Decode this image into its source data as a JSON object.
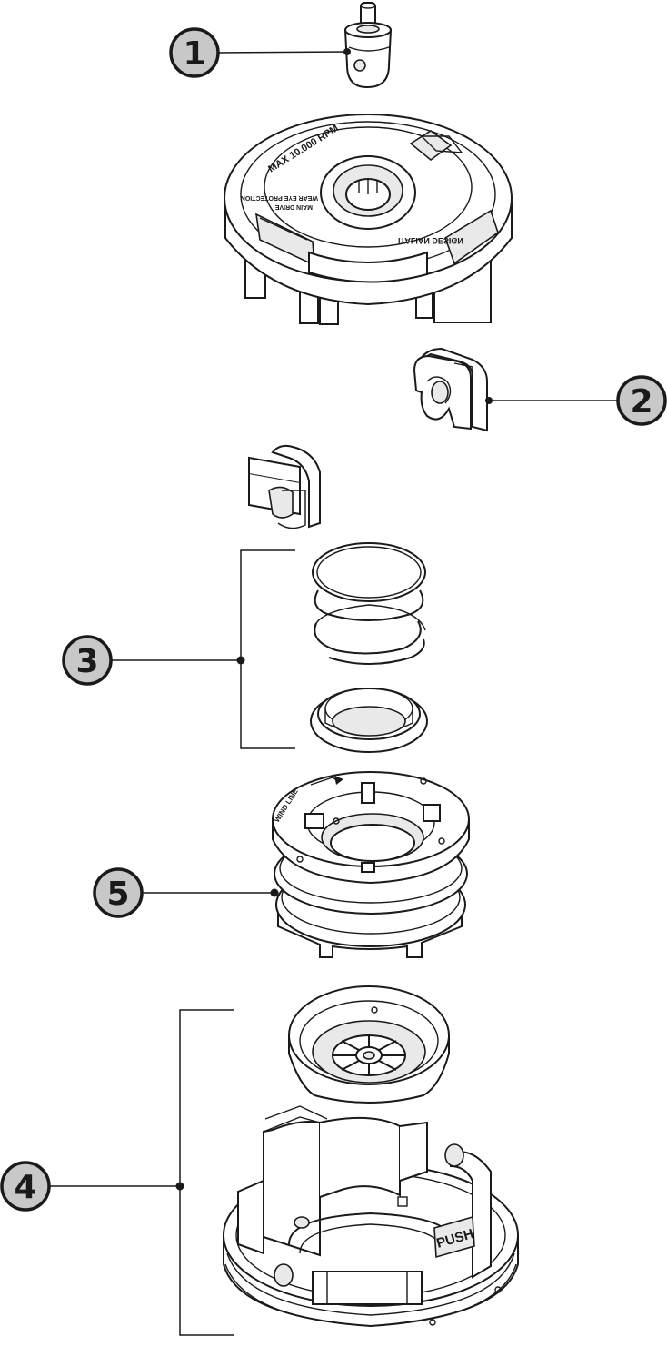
{
  "callouts": [
    {
      "id": "1",
      "label": "1"
    },
    {
      "id": "2",
      "label": "2"
    },
    {
      "id": "3",
      "label": "3"
    },
    {
      "id": "4",
      "label": "4"
    },
    {
      "id": "5",
      "label": "5"
    }
  ],
  "parts": {
    "cover": {
      "rpm_text": "MAX 10.000 RPM",
      "design_text": "ITALIAN DESIGN",
      "warning_text": "WEAR EYE PROTECTION",
      "warning_text_2": "MAIN DRIVE"
    },
    "spool": {
      "arrow_text": "WIND LINE"
    },
    "base": {
      "push_text": "PUSH"
    }
  },
  "colors": {
    "line": "#1a1a1a",
    "callout_fill": "#c8c8c8",
    "part_fill": "#ffffff",
    "shade": "#e6e6e6"
  }
}
